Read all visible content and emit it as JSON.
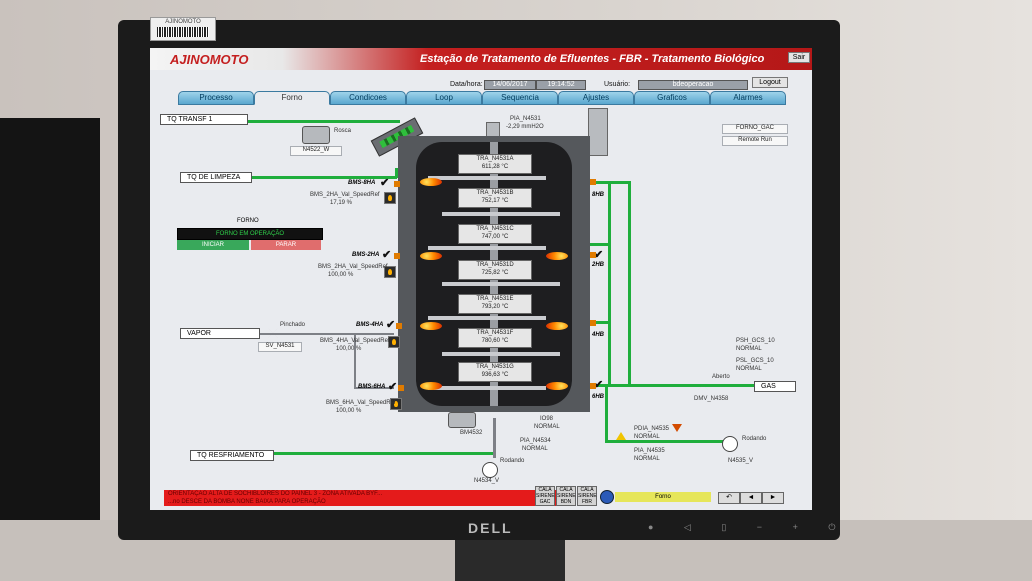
{
  "monitor": {
    "label": "AJINOMOTO",
    "brand": "DELL"
  },
  "header": {
    "logo": "AJINOMOTO",
    "title": "Estação de Tratamento de Efluentes - FBR - Tratamento Biológico",
    "exit_label": "Sair",
    "datetime_label": "Data/hora:",
    "date": "14/06/2017",
    "time": "19:14:52",
    "user_label": "Usuário:",
    "user": "bdeoperacao",
    "logout_label": "Logout"
  },
  "tabs": [
    "Processo",
    "Forno",
    "Condicoes",
    "Loop",
    "Sequencia",
    "Ajustes",
    "Graficos",
    "Alarmes"
  ],
  "active_tab": "Forno",
  "lines": {
    "tq_transf": "TQ TRANSF 1",
    "tq_limpeza": "TQ DE LIMPEZA",
    "vapor": "VAPOR",
    "tq_resfriamento": "TQ RESFRIAMENTO",
    "gas": "GAS"
  },
  "equipment": {
    "motor_tag": "N4522_W",
    "screw_tag": "Rosca",
    "pressure_tag": "PIA_N4531",
    "pressure_value": "-2,29 mmH2O",
    "forno_gac": "FORNO_GAC",
    "remote_run": "Remote Run",
    "steam_valve": "Pinchado",
    "steam_valve_tag": "SV_N4531",
    "bottom_motor_tag": "BM4532",
    "bottom_pump": "Rodando",
    "bottom_pump_tag": "N4534_V",
    "pia_4534": "PIA_N4534",
    "pia_4534_state": "NORMAL",
    "io_tag": "IO98",
    "io_state": "NORMAL",
    "psh_gcs_10": "PSH_GCS_10",
    "psh_state": "NORMAL",
    "psl_gcs_10": "PSL_GCS_10",
    "psl_state": "NORMAL",
    "gas_valve": "Aberto",
    "gas_valve_tag": "DMV_N4358",
    "pdia_tag": "PDIA_N4535",
    "pdia_state": "NORMAL",
    "pia_4535": "PIA_N4535",
    "pia_4535_state": "NORMAL",
    "blower": "Rodando",
    "blower_tag": "N4535_V"
  },
  "burners": {
    "b1": {
      "name": "BMS-8HA",
      "sp_tag": "BMS_2HA_Val_SpeedRef",
      "sp_value": "17,19 %"
    },
    "b2": {
      "name": "BMS-2HA",
      "sp_tag": "BMS_2HA_Val_SpeedRef",
      "sp_value": "100,00 %"
    },
    "b3": {
      "name": "BMS-4HA",
      "sp_tag": "BMS_4HA_Val_SpeedRef",
      "sp_value": "100,00 %"
    },
    "b4": {
      "name": "BMS-6HA",
      "sp_tag": "BMS_6HA_Val_SpeedRef",
      "sp_value": "100,00 %"
    },
    "r1": "8HB",
    "r2": "2HB",
    "r3": "4HB",
    "r4": "6HB"
  },
  "temps": [
    {
      "tag": "TRA_N4531A",
      "value": "611,28 °C"
    },
    {
      "tag": "TRA_N4531B",
      "value": "752,17 °C"
    },
    {
      "tag": "TRA_N4531C",
      "value": "747,00 °C"
    },
    {
      "tag": "TRA_N4531D",
      "value": "725,82 °C"
    },
    {
      "tag": "TRA_N4531E",
      "value": "793,20 °C"
    },
    {
      "tag": "TRA_N4531F",
      "value": "780,60 °C"
    },
    {
      "tag": "TRA_N4531G",
      "value": "936,63 °C"
    }
  ],
  "panel": {
    "title": "FORNO",
    "status": "FORNO EM OPERAÇÃO",
    "start": "INICIAR",
    "stop": "PARAR"
  },
  "footer": {
    "alarm_1": "ORIENTAÇÃO ALTA DE SOCHIBLOIRES DO PAINEL 3 - ZONA ATIVADA BYF...",
    "alarm_2": "...no DESCE DA BOMBA NONE BAIXA PARA OPERAÇÃO",
    "b1": "CALA SIRENE GAC",
    "b2": "CALA SIRENE BDN",
    "b3": "CALA SIRENE FBR",
    "screen_name": "Forno"
  }
}
